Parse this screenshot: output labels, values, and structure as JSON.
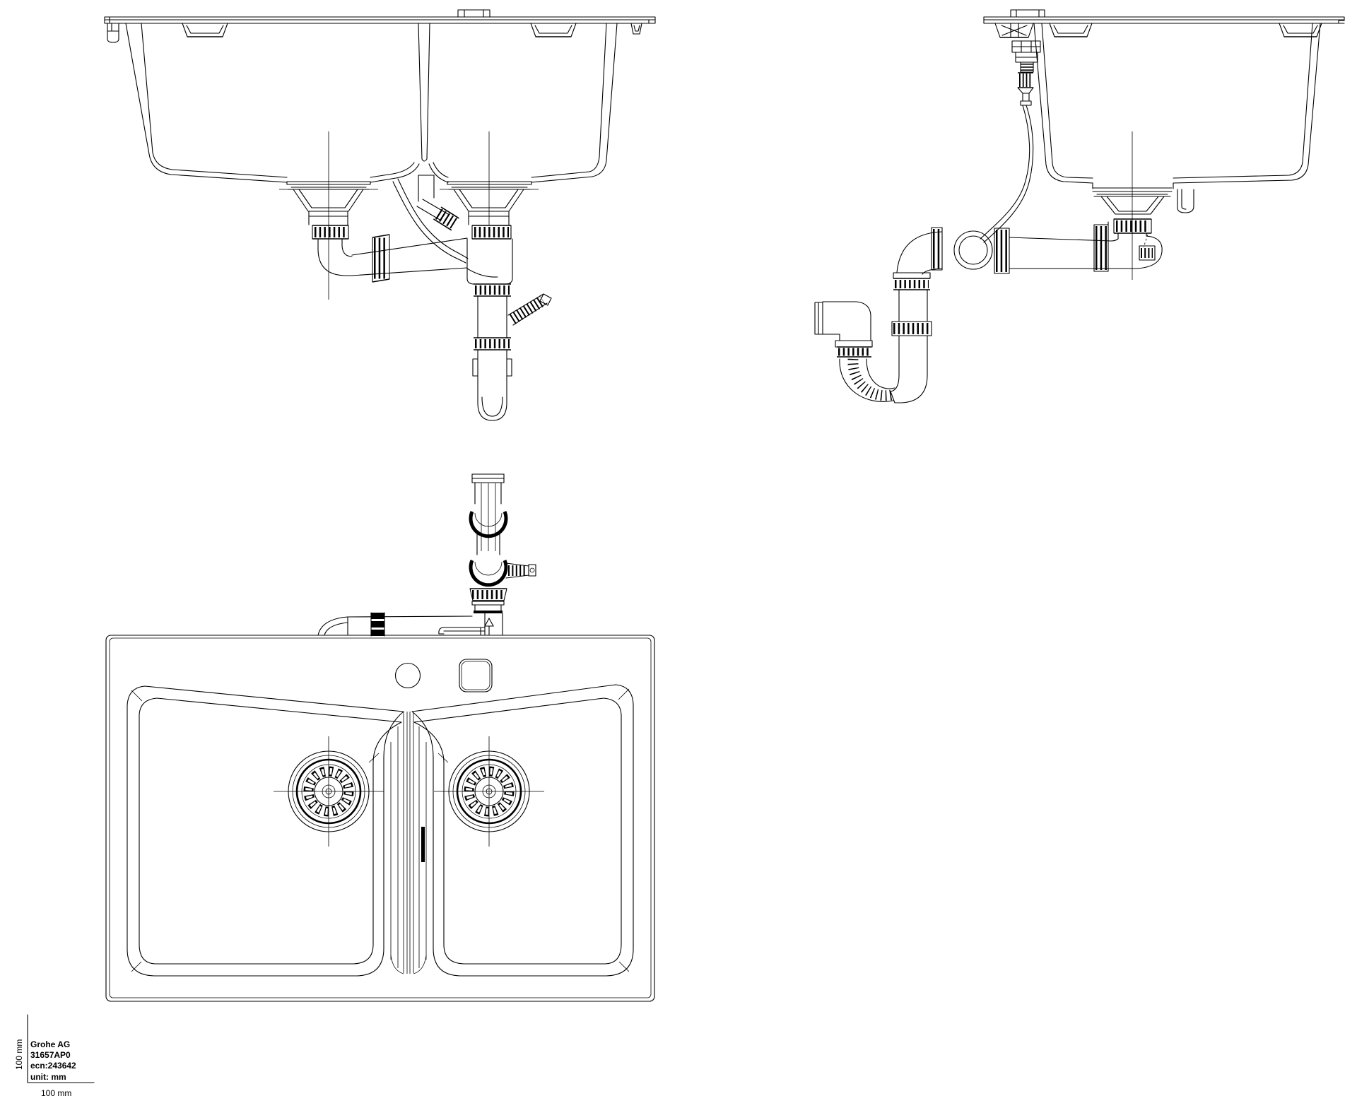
{
  "drawing": {
    "kind": "CAD technical drawing, kitchen sink with drain set, 3 orthographic views",
    "colors": {
      "background": "#ffffff",
      "line": "#000000"
    }
  },
  "title_block": {
    "company": "Grohe AG",
    "part_number": "31657AP0",
    "ecn": "ecn:243642",
    "unit": "unit: mm",
    "scale_vertical_label": "100 mm",
    "scale_horizontal_label": "100 mm"
  }
}
